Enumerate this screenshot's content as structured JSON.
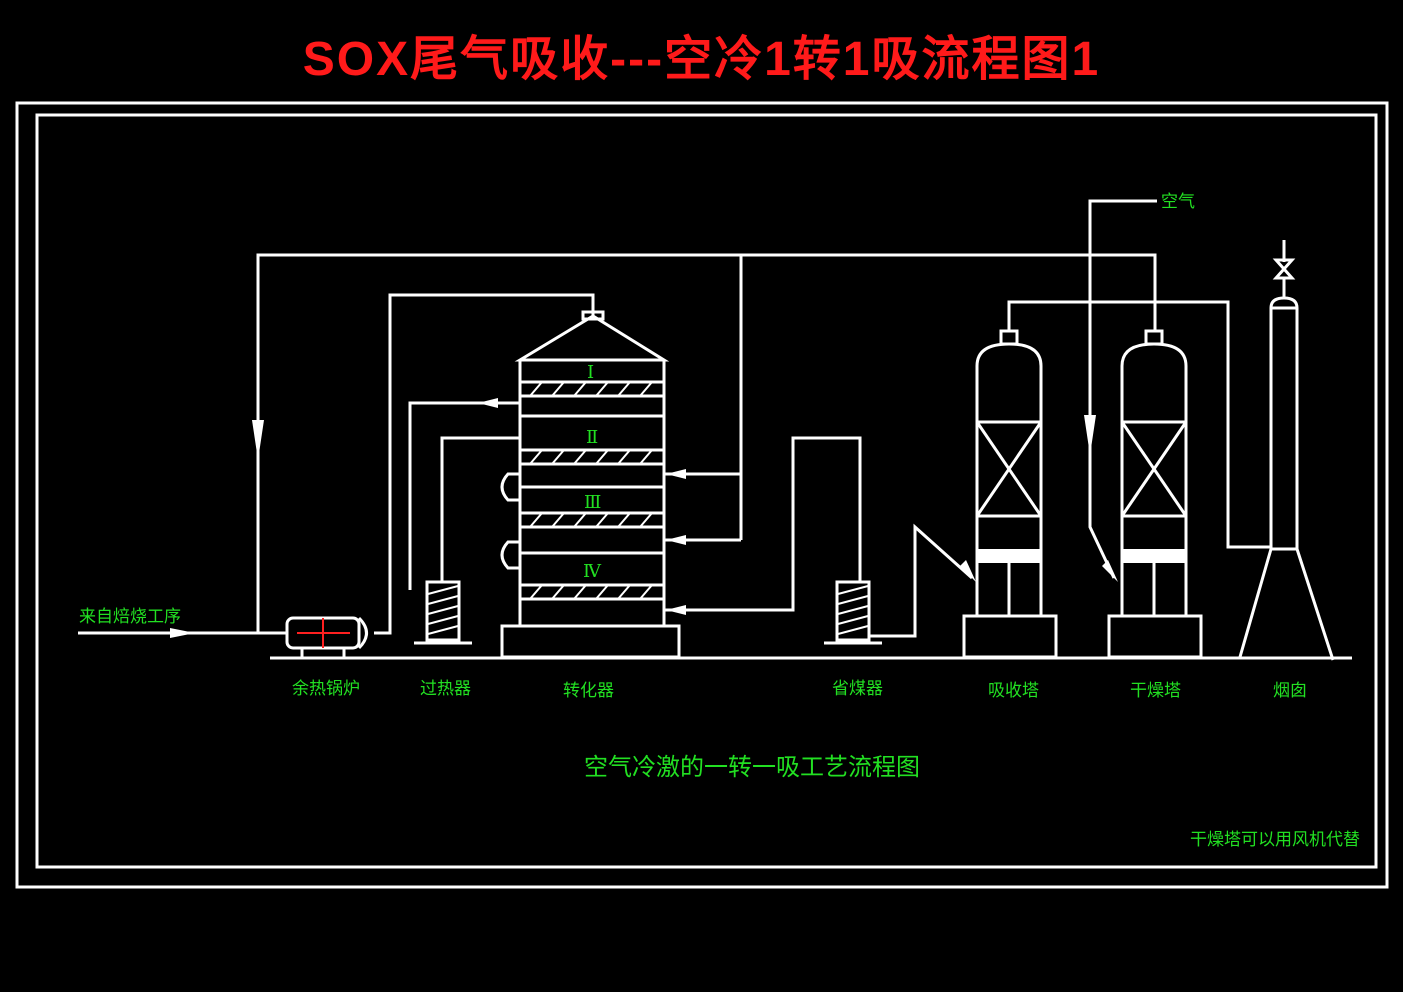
{
  "title": "SOX尾气吸收---空冷1转1吸流程图1",
  "diagram_caption": "空气冷激的一转一吸工艺流程图",
  "note": "干燥塔可以用风机代替",
  "inlet_label": "来自焙烧工序",
  "air_label": "空气",
  "equipment": {
    "boiler": "余热锅炉",
    "superheater": "过热器",
    "converter": "转化器",
    "economizer": "省煤器",
    "absorber": "吸收塔",
    "drying_tower": "干燥塔",
    "chimney": "烟囱"
  },
  "converter_stages": [
    "Ⅰ",
    "Ⅱ",
    "Ⅲ",
    "Ⅳ"
  ],
  "colors": {
    "title": "#ff1a1a",
    "labels": "#22e022",
    "lines": "#ffffff",
    "background": "#000000"
  }
}
